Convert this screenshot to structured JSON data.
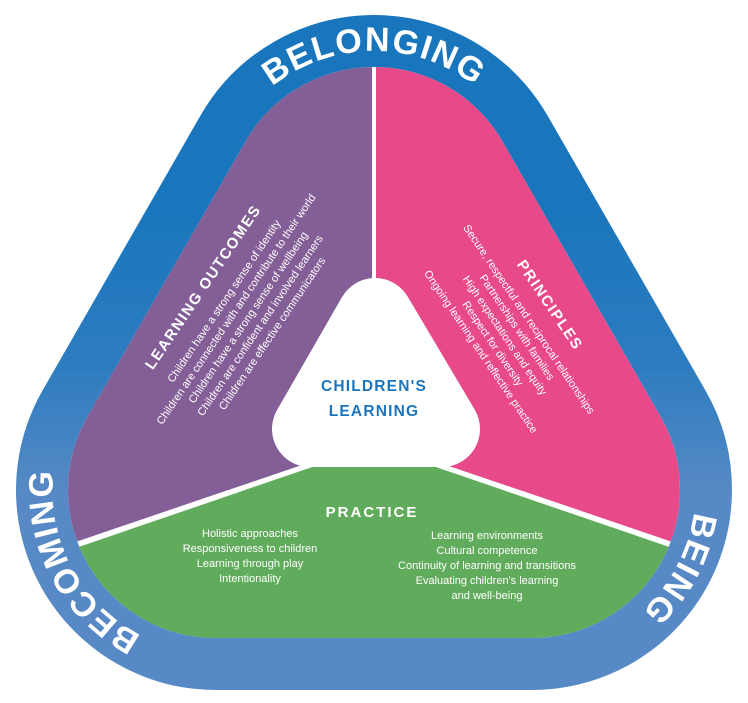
{
  "outer": {
    "top": "BELONGING",
    "left": "BECOMING",
    "right": "BEING"
  },
  "center": {
    "line1": "CHILDREN'S",
    "line2": "LEARNING"
  },
  "outcomes": {
    "title": "LEARNING OUTCOMES",
    "items": [
      "Children have a strong sense of identity",
      "Children are connected with and contribute to their world",
      "Children have a strong sense of wellbeing",
      "Children are confident and involved learners",
      "Children are effective communicators"
    ]
  },
  "principles": {
    "title": "PRINCIPLES",
    "items": [
      "Secure, respectful and reciprocal relationships",
      "Partnerships with families",
      "High expectations and equity",
      "Respect for diversity",
      "Ongoing learning and reflective practice"
    ]
  },
  "practice": {
    "title": "PRACTICE",
    "left_items": [
      "Holistic approaches",
      "Responsiveness to children",
      "Learning through play",
      "Intentionality"
    ],
    "right_items": [
      "Learning environments",
      "Cultural competence",
      "Continuity of learning and transitions",
      "Evaluating children's learning",
      "and well-being"
    ]
  },
  "colors": {
    "ring_blue": "#1a76bc",
    "ring_blue_light": "#5689c5",
    "outcomes_purple": "#845f97",
    "principles_pink": "#e84a89",
    "practice_green": "#61ac5c",
    "center_text_blue": "#1b75bc",
    "text_white": "#ffffff"
  }
}
